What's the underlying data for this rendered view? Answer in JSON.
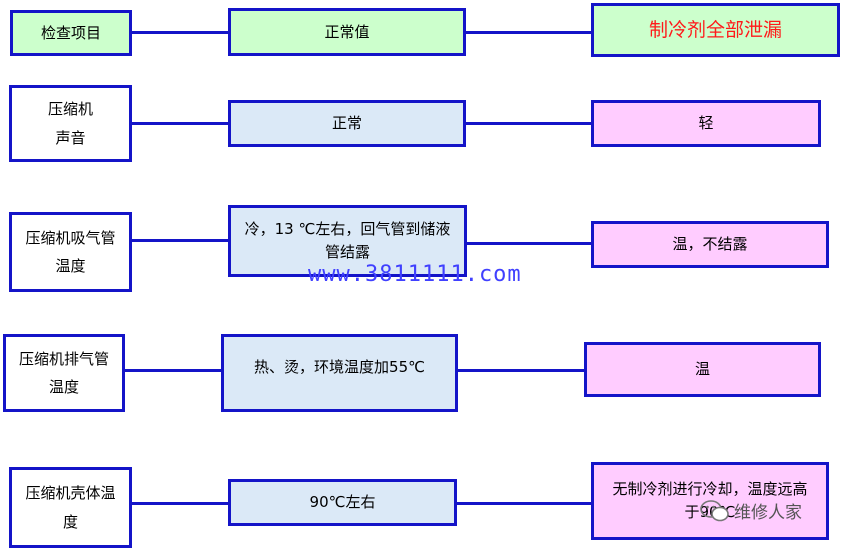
{
  "rows": [
    {
      "label": "检查项目",
      "normal": "正常值",
      "fault": "制冷剂全部泄漏"
    },
    {
      "label": "压缩机\n声音",
      "normal": "正常",
      "fault": "轻"
    },
    {
      "label": "压缩机吸气管\n温度",
      "normal": "冷，13 ℃左右，回气管到储液\n管结露",
      "fault": "温，不结露"
    },
    {
      "label": "压缩机排气管\n温度",
      "normal": "热、烫，环境温度加55℃",
      "fault": "温"
    },
    {
      "label": "压缩机壳体温\n度",
      "normal": "90℃左右",
      "fault": "无制冷剂进行冷却，温度远高\n于90℃"
    }
  ],
  "watermark": "www.3811111.com",
  "wechat_label": "维修人家",
  "colors": {
    "border": "#1414c8",
    "header": "#ccffcc",
    "normal": "#dbe9f7",
    "fault": "#ffccff",
    "highlight": "#ff1a1a"
  }
}
